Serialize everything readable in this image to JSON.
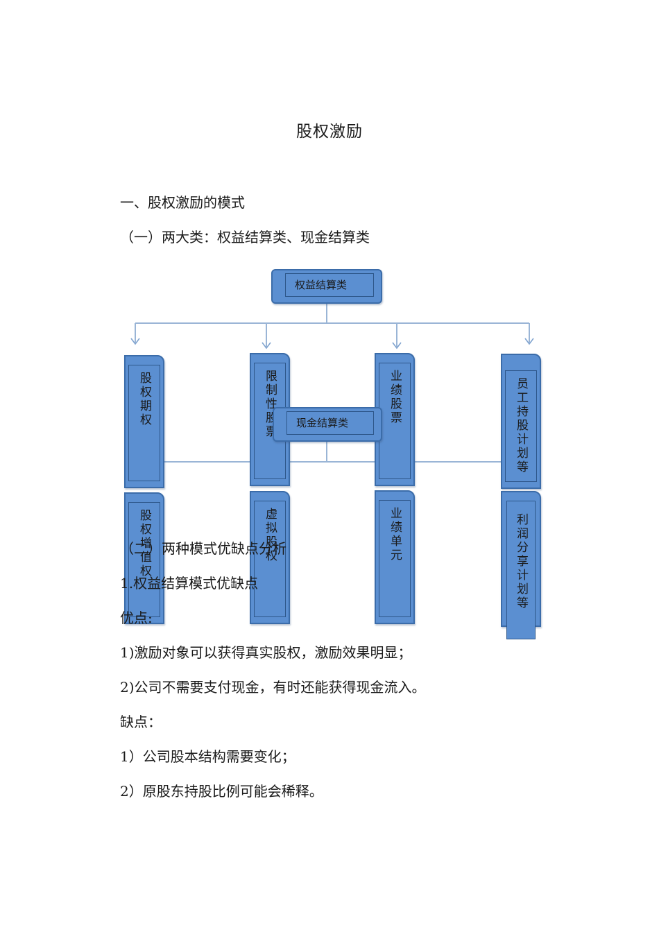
{
  "document": {
    "title": "股权激励",
    "heading1": "一、股权激励的模式",
    "heading2": "（一）两大类：权益结算类、现金结算类",
    "section2": "（二）两种模式优缺点分析",
    "section2_sub": "1.权益结算模式优缺点",
    "pros_label": "优点:",
    "pros": [
      "1)激励对象可以获得真实股权，激励效果明显；",
      "2)公司不需要支付现金，有时还能获得现金流入。"
    ],
    "cons_label": "缺点：",
    "cons": [
      "1）公司股本结构需要变化；",
      "2）原股东持股比例可能会稀释。"
    ]
  },
  "diagram": {
    "equity_root": "权益结算类",
    "equity_items": [
      "股权期权",
      "限制性股票",
      "业绩股票",
      "员工持股计划等"
    ],
    "cash_root": "现金结算类",
    "cash_items": [
      "股权增值权",
      "虚拟股权",
      "业绩单元",
      "利润分享计划等"
    ],
    "colors": {
      "box_fill": "#5b8fd1",
      "box_border": "#3b6ca9",
      "connector": "#9ab5d6"
    }
  }
}
